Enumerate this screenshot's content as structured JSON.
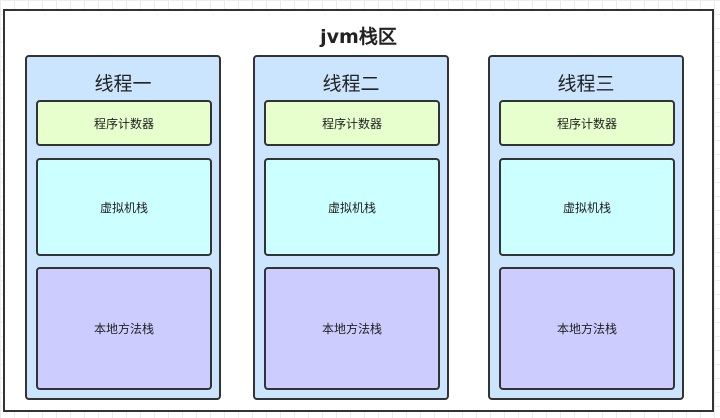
{
  "diagram": {
    "title": "jvm栈区",
    "threads": [
      {
        "name": "线程一",
        "blocks": {
          "program_counter": "程序计数器",
          "vm_stack": "虚拟机栈",
          "native_stack": "本地方法栈"
        }
      },
      {
        "name": "线程二",
        "blocks": {
          "program_counter": "程序计数器",
          "vm_stack": "虚拟机栈",
          "native_stack": "本地方法栈"
        }
      },
      {
        "name": "线程三",
        "blocks": {
          "program_counter": "程序计数器",
          "vm_stack": "虚拟机栈",
          "native_stack": "本地方法栈"
        }
      }
    ],
    "colors": {
      "thread_fill": "#cce5ff",
      "program_counter_fill": "#e6ffcc",
      "vm_stack_fill": "#ccffff",
      "native_stack_fill": "#ccccff",
      "border": "#333333"
    }
  }
}
